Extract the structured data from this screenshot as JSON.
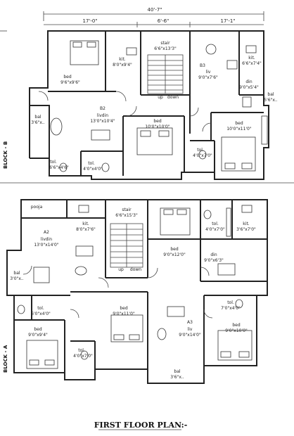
{
  "dimensions": {
    "overall_width": "40'-7\"",
    "left_bay": "17'-0\"",
    "mid_bay": "6'-6\"",
    "right_bay": "17'-1\""
  },
  "block_b": {
    "block_label": "BLOCK - B",
    "unit_b2_label": "B2",
    "unit_b3_label": "B3",
    "rooms": {
      "bed_tl": "bed",
      "bed_tl_size": "9'6\"x9'6\"",
      "kit_l": "kit.",
      "kit_l_size": "8'0\"x9'4\"",
      "stair": "stair",
      "stair_size": "6'6\"x13'3\"",
      "bal_l": "bal",
      "bal_l_size": "3'6\"x..",
      "livdin": "livdin",
      "livdin_size": "13'0\"x10'4\"",
      "bed_c": "bed",
      "bed_c_size": "10'0\"x10'0\"",
      "tol_l": "tol.",
      "tol_l_size": "6'6\"x4'6\"",
      "tol_l2": "tol.",
      "tol_l2_size": "4'0\"x4'0\"",
      "liv_r": "liv",
      "liv_r_size": "9'0\"x7'6\"",
      "kit_r": "kit.",
      "kit_r_size": "6'6\"x7'4\"",
      "din_r": "din",
      "din_r_size": "9'0\"x5'4\"",
      "bal_r": "bal",
      "bal_r_size": "5'6\"x..",
      "tol_r": "tol.",
      "tol_r_size": "4'0\"x7'0\"",
      "bed_r": "bed",
      "bed_r_size": "10'0\"x11'0\"",
      "up": "up",
      "down": "down"
    }
  },
  "block_a": {
    "block_label": "BLOCK - A",
    "unit_a2_label": "A2",
    "unit_a3_label": "A3",
    "rooms": {
      "pooja": "pooja",
      "kit_l": "kit.",
      "kit_l_size": "8'0\"x7'6\"",
      "stair": "stair",
      "stair_size": "6'6\"x15'3\"",
      "tol_tr": "tol.",
      "tol_tr_size": "4'0\"x7'0\"",
      "kit_r": "kit.",
      "kit_r_size": "3'6\"x7'0\"",
      "livdin": "livdin",
      "livdin_size": "13'0\"x14'0\"",
      "bed_tc": "bed",
      "bed_tc_size": "9'0\"x12'0\"",
      "din_r": "din",
      "din_r_size": "9'0\"x6'3\"",
      "bal_l": "bal",
      "bal_l_size": "3'0\"x..",
      "tol_l": "tol.",
      "tol_l_size": "6'0\"x4'0\"",
      "tol_r": "tol.",
      "tol_r_size": "7'0\"x4'0\"",
      "bed_c": "bed",
      "bed_c_size": "9'0\"x11'0\"",
      "liv_r": "liv",
      "liv_r_size": "9'0\"x14'0\"",
      "bed_bl": "bed",
      "bed_bl_size": "9'0\"x9'4\"",
      "tol_bl": "tol.",
      "tol_bl_size": "4'0\"x7'0\"",
      "bed_br": "bed",
      "bed_br_size": "9'0\"x10'0\"",
      "bal_b": "bal",
      "bal_b_size": "3'6\"x..",
      "up": "up",
      "down": "down"
    }
  },
  "footer": {
    "title": "FIRST FLOOR PLAN:-"
  }
}
